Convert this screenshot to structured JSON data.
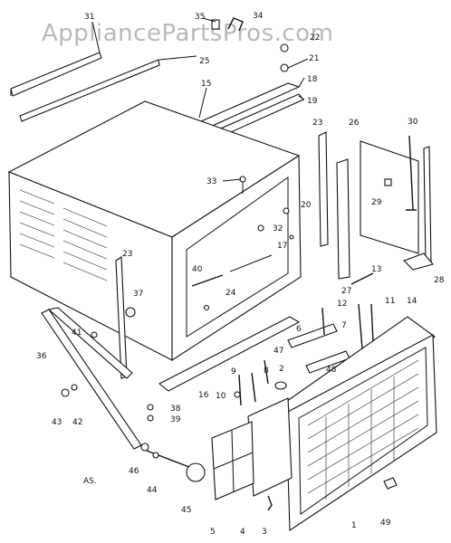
{
  "watermark": "AppliancePartsPros.com",
  "diagram_code": "AS.",
  "callouts": [
    {
      "id": "c31",
      "text": "31"
    },
    {
      "id": "c35",
      "text": "35"
    },
    {
      "id": "c34",
      "text": "34"
    },
    {
      "id": "c22",
      "text": "22"
    },
    {
      "id": "c25",
      "text": "25"
    },
    {
      "id": "c21",
      "text": "21"
    },
    {
      "id": "c18",
      "text": "18"
    },
    {
      "id": "c15",
      "text": "15"
    },
    {
      "id": "c19",
      "text": "19"
    },
    {
      "id": "c23a",
      "text": "23"
    },
    {
      "id": "c26",
      "text": "26"
    },
    {
      "id": "c30",
      "text": "30"
    },
    {
      "id": "c33",
      "text": "33"
    },
    {
      "id": "c29",
      "text": "29"
    },
    {
      "id": "c20",
      "text": "20"
    },
    {
      "id": "c32",
      "text": "32"
    },
    {
      "id": "c17",
      "text": "17"
    },
    {
      "id": "c13",
      "text": "13"
    },
    {
      "id": "c28",
      "text": "28"
    },
    {
      "id": "c27",
      "text": "27"
    },
    {
      "id": "c23b",
      "text": "23"
    },
    {
      "id": "c40",
      "text": "40"
    },
    {
      "id": "c24",
      "text": "24"
    },
    {
      "id": "c37",
      "text": "37"
    },
    {
      "id": "c12",
      "text": "12"
    },
    {
      "id": "c11",
      "text": "11"
    },
    {
      "id": "c14",
      "text": "14"
    },
    {
      "id": "c6",
      "text": "6"
    },
    {
      "id": "c7",
      "text": "7"
    },
    {
      "id": "c41",
      "text": "41"
    },
    {
      "id": "c36",
      "text": "36"
    },
    {
      "id": "c47",
      "text": "47"
    },
    {
      "id": "c48",
      "text": "48"
    },
    {
      "id": "c9",
      "text": "9"
    },
    {
      "id": "c8",
      "text": "8"
    },
    {
      "id": "c2",
      "text": "2"
    },
    {
      "id": "c16",
      "text": "16"
    },
    {
      "id": "c10",
      "text": "10"
    },
    {
      "id": "c38",
      "text": "38"
    },
    {
      "id": "c39",
      "text": "39"
    },
    {
      "id": "c43",
      "text": "43"
    },
    {
      "id": "c42",
      "text": "42"
    },
    {
      "id": "c46",
      "text": "46"
    },
    {
      "id": "c44",
      "text": "44"
    },
    {
      "id": "c45",
      "text": "45"
    },
    {
      "id": "c5",
      "text": "5"
    },
    {
      "id": "c4",
      "text": "4"
    },
    {
      "id": "c3",
      "text": "3"
    },
    {
      "id": "c1",
      "text": "1"
    },
    {
      "id": "c49",
      "text": "49"
    }
  ]
}
